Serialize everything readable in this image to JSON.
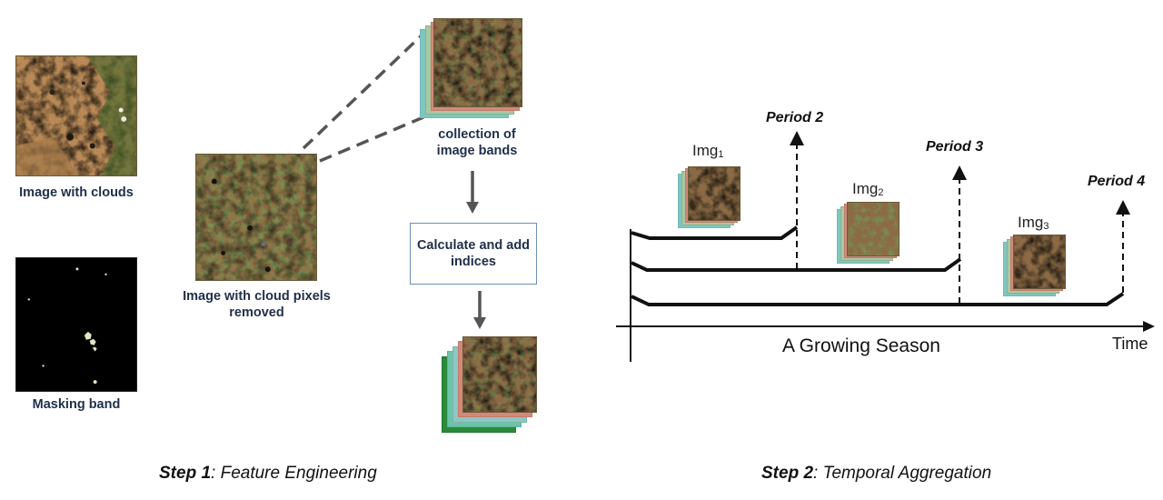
{
  "step1": {
    "labels": {
      "image_with_clouds": "Image with clouds",
      "masking_band": "Masking band",
      "cloud_removed_line1": "Image with cloud pixels",
      "cloud_removed_line2": "removed",
      "collection_line1": "collection of",
      "collection_line2": "image bands",
      "calc_line1": "Calculate and add",
      "calc_line2": "indices"
    },
    "caption": {
      "bold": "Step 1",
      "rest": ": Feature Engineering"
    }
  },
  "step2": {
    "periods": [
      "Period 2",
      "Period 3",
      "Period 4"
    ],
    "images": [
      {
        "base": "Img",
        "sub": "1"
      },
      {
        "base": "Img",
        "sub": "2"
      },
      {
        "base": "Img",
        "sub": "3"
      }
    ],
    "axis_label": "A Growing Season",
    "time_label": "Time",
    "caption": {
      "bold": "Step 2",
      "rest": ": Temporal Aggregation"
    }
  },
  "colors": {
    "label_text": "#1f2f4a",
    "box_border": "#6d8fb8",
    "dashed_connector": "#555555",
    "arrow_gray": "#555555",
    "timeline": "#111111"
  }
}
